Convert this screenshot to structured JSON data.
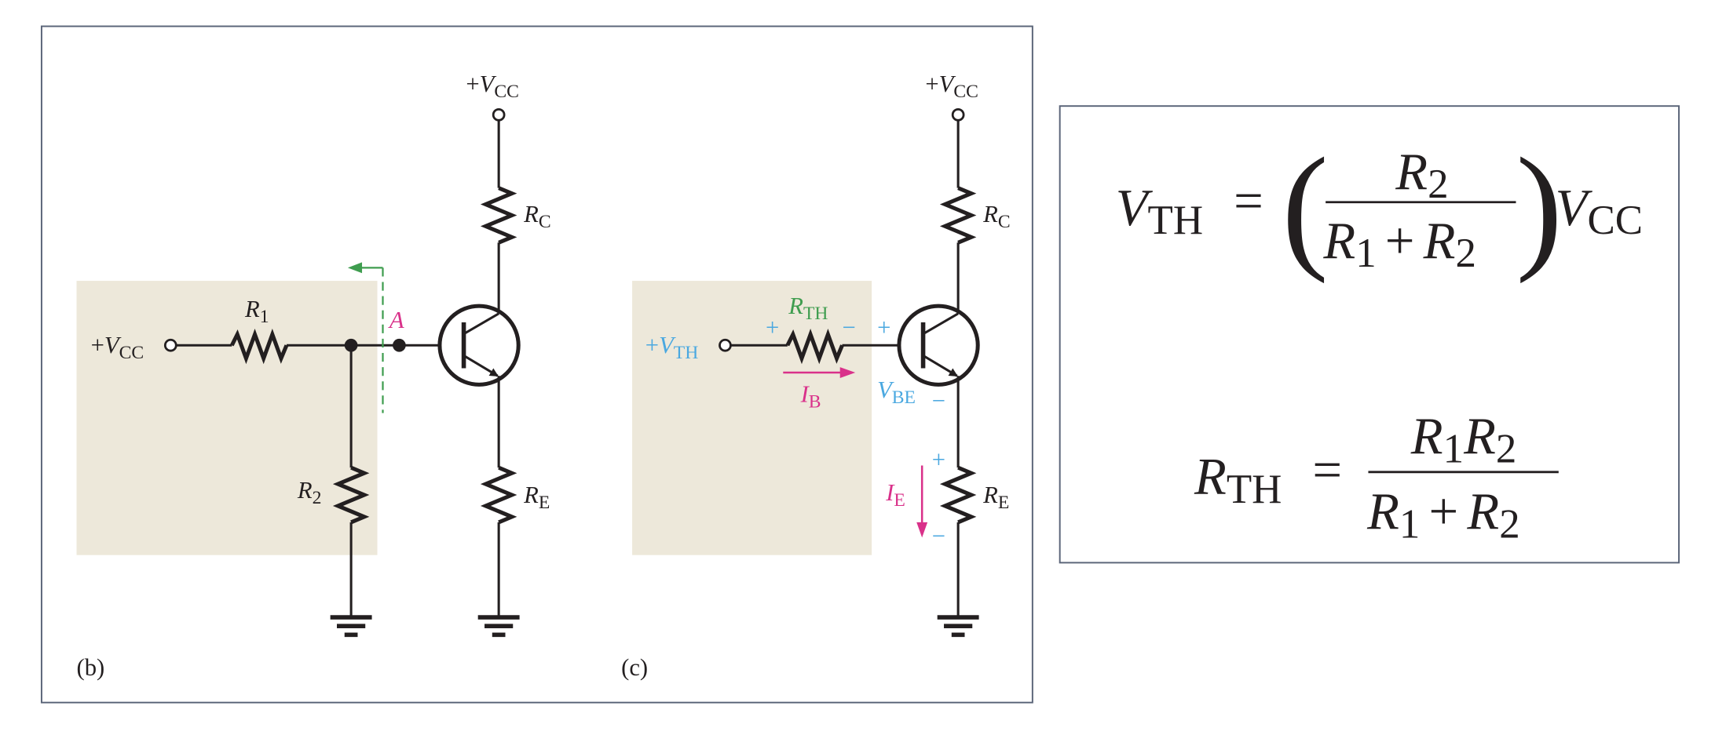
{
  "figure_b": {
    "caption": "(b)",
    "vcc_top": {
      "sign": "+",
      "sym": "V",
      "sub": "CC"
    },
    "vcc_left": {
      "sign": "+",
      "sym": "V",
      "sub": "CC"
    },
    "r1": {
      "sym": "R",
      "sub": "1"
    },
    "r2": {
      "sym": "R",
      "sub": "2"
    },
    "rc": {
      "sym": "R",
      "sub": "C"
    },
    "re": {
      "sym": "R",
      "sub": "E"
    },
    "node_a": "A"
  },
  "figure_c": {
    "caption": "(c)",
    "vcc_top": {
      "sign": "+",
      "sym": "V",
      "sub": "CC"
    },
    "vth": {
      "sign": "+",
      "sym": "V",
      "sub": "TH"
    },
    "rth": {
      "sym": "R",
      "sub": "TH"
    },
    "rc": {
      "sym": "R",
      "sub": "C"
    },
    "re": {
      "sym": "R",
      "sub": "E"
    },
    "ib": {
      "sym": "I",
      "sub": "B"
    },
    "ie": {
      "sym": "I",
      "sub": "E"
    },
    "vbe": {
      "sym": "V",
      "sub": "BE"
    },
    "plus": "+",
    "minus": "−"
  },
  "equations": {
    "vth": {
      "lhs_sym": "V",
      "lhs_sub": "TH",
      "eq": "=",
      "num_sym": "R",
      "num_sub": "2",
      "den_a_sym": "R",
      "den_a_sub": "1",
      "plus": "+",
      "den_b_sym": "R",
      "den_b_sub": "2",
      "lparen": "(",
      "rparen": ")",
      "tail_sym": "V",
      "tail_sub": "CC"
    },
    "rth": {
      "lhs_sym": "R",
      "lhs_sub": "TH",
      "eq": "=",
      "num_a_sym": "R",
      "num_a_sub": "1",
      "num_b_sym": "R",
      "num_b_sub": "2",
      "den_a_sym": "R",
      "den_a_sub": "1",
      "plus": "+",
      "den_b_sym": "R",
      "den_b_sub": "2"
    }
  },
  "colors": {
    "voltage": "#4aa8e0",
    "resistance": "#3f9d4f",
    "current": "#d9318a",
    "shade": "#ede8da"
  }
}
